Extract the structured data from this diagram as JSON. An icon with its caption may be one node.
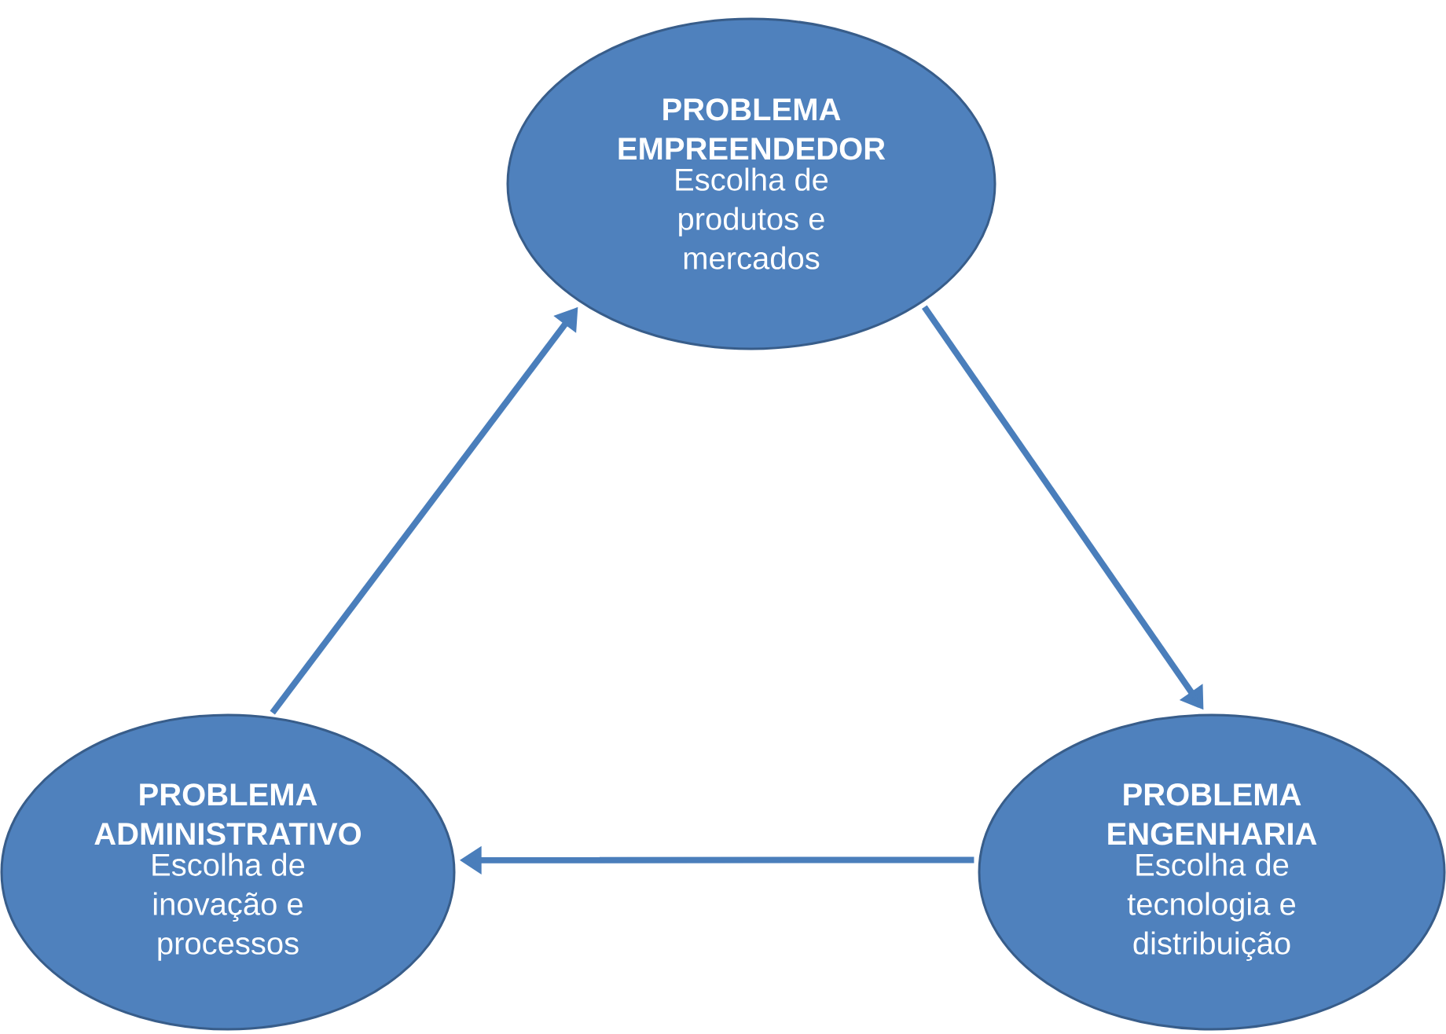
{
  "diagram": {
    "nodes": [
      {
        "text": [
          "PROBLEMA EMPREENDEDOR",
          "Escolha de produtos e mercados"
        ]
      },
      {
        "text": [
          "PROBLEMA ADMINISTRATIVO",
          "Escolha de inovação e processos"
        ]
      },
      {
        "text": [
          "PROBLEMA ENGENHARIA",
          "Escolha de tecnologia e distribuição"
        ]
      }
    ],
    "edges": [
      {
        "from": 0,
        "to": 2,
        "arrow": "to"
      },
      {
        "from": 2,
        "to": 1,
        "arrow": "to"
      },
      {
        "from": 1,
        "to": 0,
        "arrow": "to"
      }
    ]
  }
}
